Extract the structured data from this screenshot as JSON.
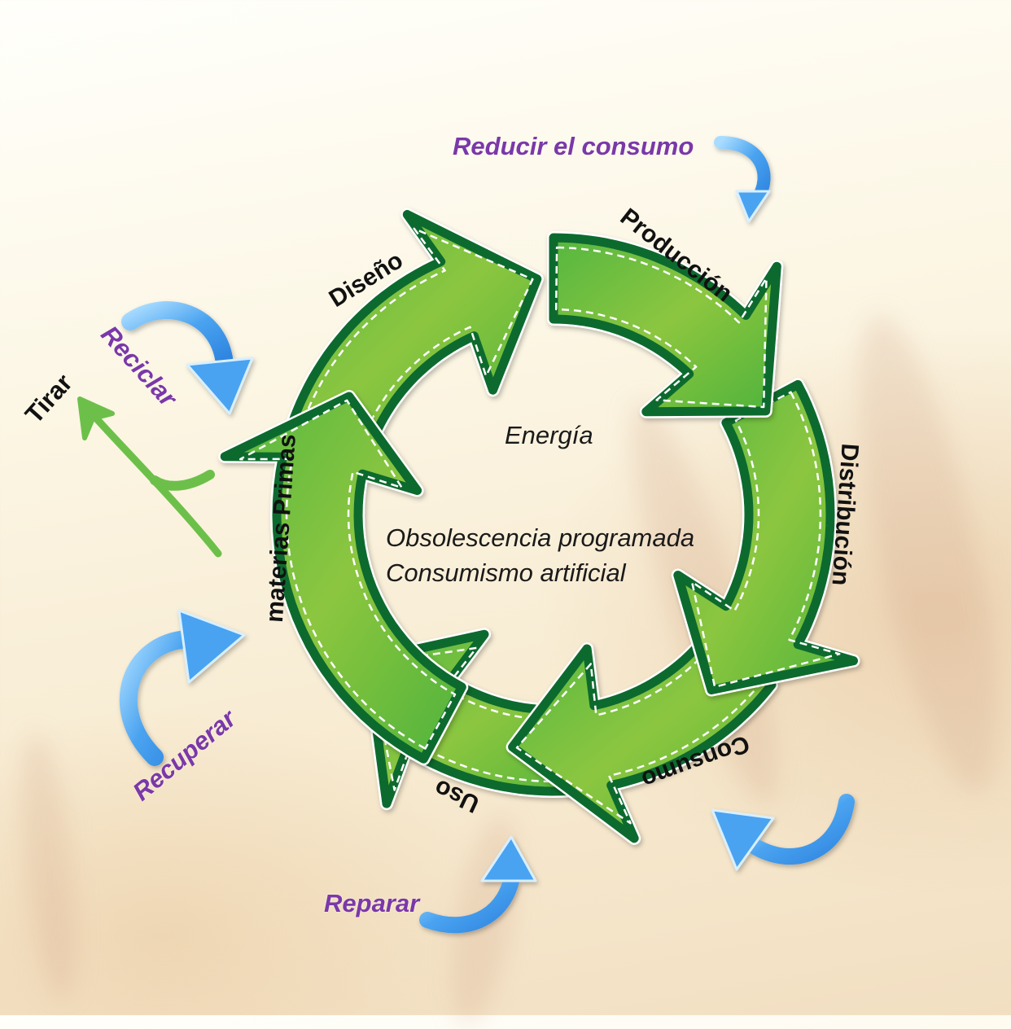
{
  "diagram": {
    "title": "Ciclo de vida del producto",
    "cycle_stages": [
      {
        "id": "diseno",
        "label": "Diseño"
      },
      {
        "id": "produccion",
        "label": "Producción"
      },
      {
        "id": "distribucion",
        "label": "Distribución"
      },
      {
        "id": "consumo",
        "label": "Consumo"
      },
      {
        "id": "uso",
        "label": "Uso"
      },
      {
        "id": "materias-primas",
        "label": "materias Primas"
      }
    ],
    "actions": {
      "reducir": "Reducir el consumo",
      "reciclar": "Reciclar",
      "tirar": "Tirar",
      "recuperar": "Recuperar",
      "reparar": "Reparar"
    },
    "center": {
      "energy": "Energía",
      "line1": "Obsolescencia programada",
      "line2": "Consumismo artificial"
    },
    "colors": {
      "ring_fill_light": "#8cc63f",
      "ring_fill_dark": "#4db33d",
      "ring_outline": "#0e6b2f",
      "stitch": "#ffffff",
      "action_text": "#7a38a8",
      "blue_arrow": "#4aa3f0",
      "tirar_arrow": "#6cc04a"
    }
  }
}
